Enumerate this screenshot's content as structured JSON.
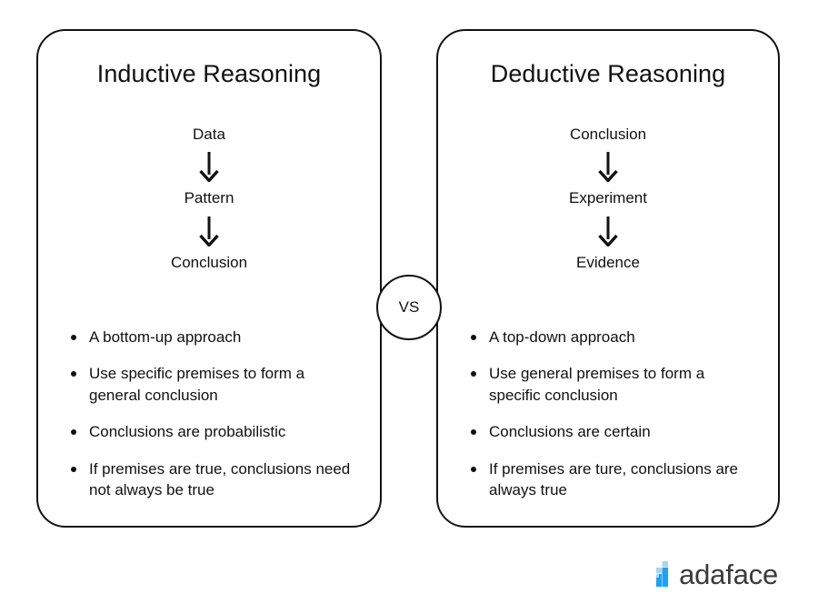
{
  "panels": [
    {
      "title": "Inductive Reasoning",
      "flow": [
        "Data",
        "Pattern",
        "Conclusion"
      ],
      "bullets": [
        "A bottom-up approach",
        "Use specific premises to form a general conclusion",
        "Conclusions are probabilistic",
        "If premises are true, conclusions need not always be true"
      ]
    },
    {
      "title": "Deductive Reasoning",
      "flow": [
        "Conclusion",
        "Experiment",
        "Evidence"
      ],
      "bullets": [
        "A top-down approach",
        "Use general premises to form a specific conclusion",
        "Conclusions are certain",
        "If premises are ture, conclusions are always true"
      ]
    }
  ],
  "vs_badge": {
    "label": "VS"
  },
  "logo": {
    "wordmark": "adaface",
    "mark_color": "#1da1f2",
    "mark_color_light": "#9fd8f8",
    "wordmark_color": "#3a3a3a"
  },
  "colors": {
    "stroke": "#121212",
    "text": "#111111",
    "background": "#ffffff"
  }
}
